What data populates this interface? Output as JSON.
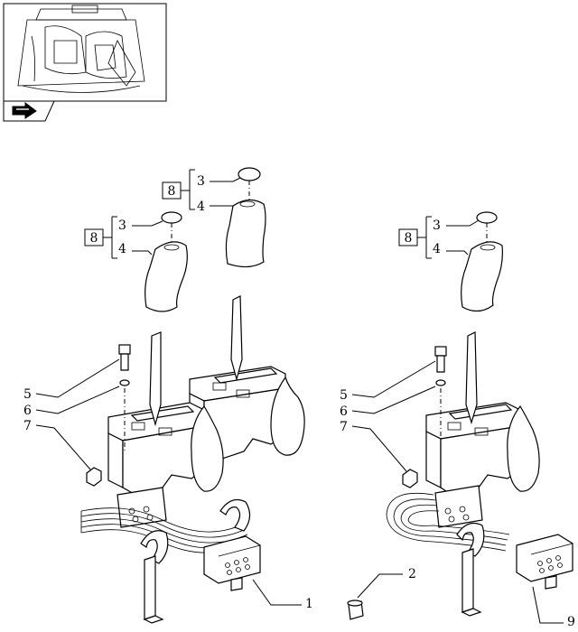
{
  "diagram": {
    "kit_groups": [
      {
        "kit": "8",
        "parts": [
          "3",
          "4"
        ]
      },
      {
        "kit": "8",
        "parts": [
          "3",
          "4"
        ]
      },
      {
        "kit": "8",
        "parts": [
          "3",
          "4"
        ]
      }
    ],
    "left_callouts": [
      "5",
      "6",
      "7"
    ],
    "right_callouts": [
      "5",
      "6",
      "7"
    ],
    "bottom_callouts": [
      "1",
      "2",
      "9"
    ]
  },
  "icons": {
    "thumbnail": "tractor-cab-thumbnail",
    "nav": "arrow-icon"
  }
}
